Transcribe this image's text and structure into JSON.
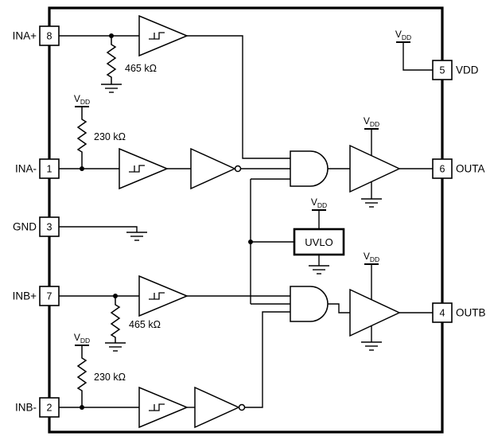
{
  "ic": {
    "pins": {
      "ina_plus": {
        "num": "8",
        "label": "INA+"
      },
      "ina_minus": {
        "num": "1",
        "label": "INA-"
      },
      "gnd": {
        "num": "3",
        "label": "GND"
      },
      "inb_plus": {
        "num": "7",
        "label": "INB+"
      },
      "inb_minus": {
        "num": "2",
        "label": "INB-"
      },
      "vdd": {
        "num": "5",
        "label": "VDD"
      },
      "outa": {
        "num": "6",
        "label": "OUTA"
      },
      "outb": {
        "num": "4",
        "label": "OUTB"
      }
    },
    "resistors": {
      "ina_plus_pulldown": "465 kΩ",
      "ina_minus_pullup": "230 kΩ",
      "inb_plus_pulldown": "465 kΩ",
      "inb_minus_pullup": "230 kΩ"
    },
    "uvlo_label": "UVLO",
    "supply": {
      "v": "V",
      "dd": "DD"
    }
  }
}
